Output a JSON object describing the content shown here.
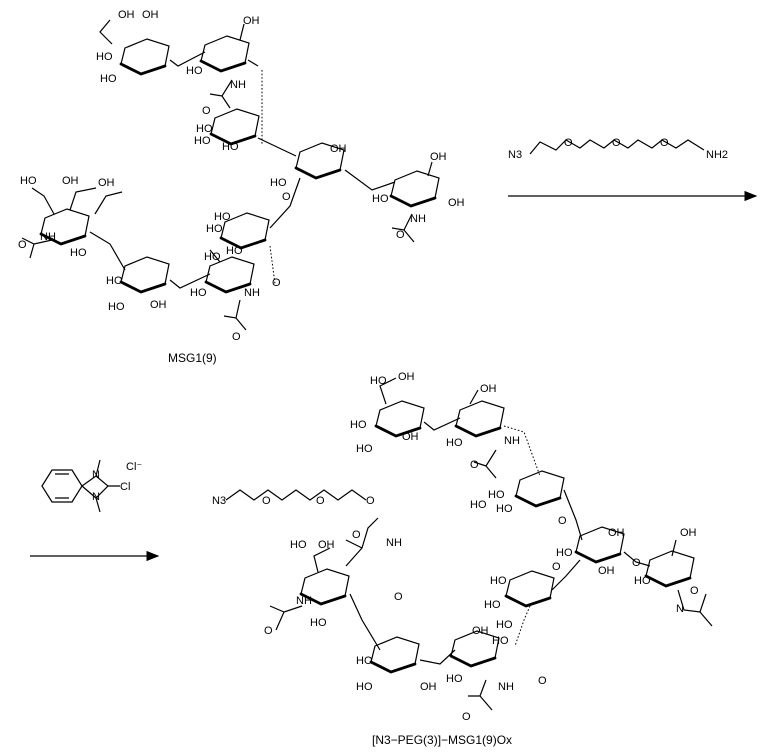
{
  "reagents": {
    "step1_reagent": "N3 PEG(3) NH2",
    "step2_reagent": "Cl⁻"
  },
  "compounds": {
    "starting_material": "MSG1(9)",
    "product": "[N3−PEG(3)]−MSG1(9)Ox"
  },
  "atom_labels": {
    "oh": "OH",
    "ho": "HO",
    "nh": "NH",
    "nh2": "NH2",
    "n3": "N3",
    "o": "O",
    "n": "N",
    "cl": "Cl"
  }
}
